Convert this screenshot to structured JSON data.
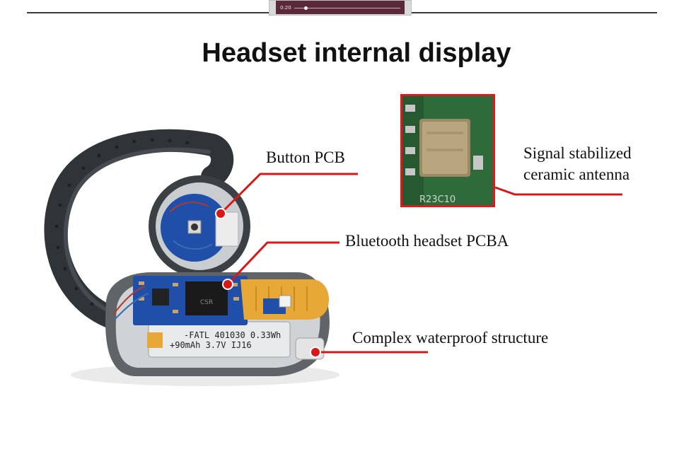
{
  "title": "Headset internal display",
  "phone": {
    "time": "0:20"
  },
  "inset": {
    "marking": "R23C10"
  },
  "labels": {
    "button_pcb": "Button PCB",
    "antenna_line1": "Signal stabilized",
    "antenna_line2": "ceramic antenna",
    "bt_pcba": "Bluetooth headset PCBA",
    "waterproof": "Complex waterproof structure"
  },
  "battery": {
    "line1": "-FATL 401030 0.33Wh",
    "line2": "+90mAh 3.7V IJ16"
  },
  "chip": {
    "marking": "CSR"
  },
  "colors": {
    "callout_red": "#d81818",
    "pcb_blue": "#1f4fa8",
    "flex_gold": "#e8a838",
    "board_green": "#2f6a3a"
  }
}
